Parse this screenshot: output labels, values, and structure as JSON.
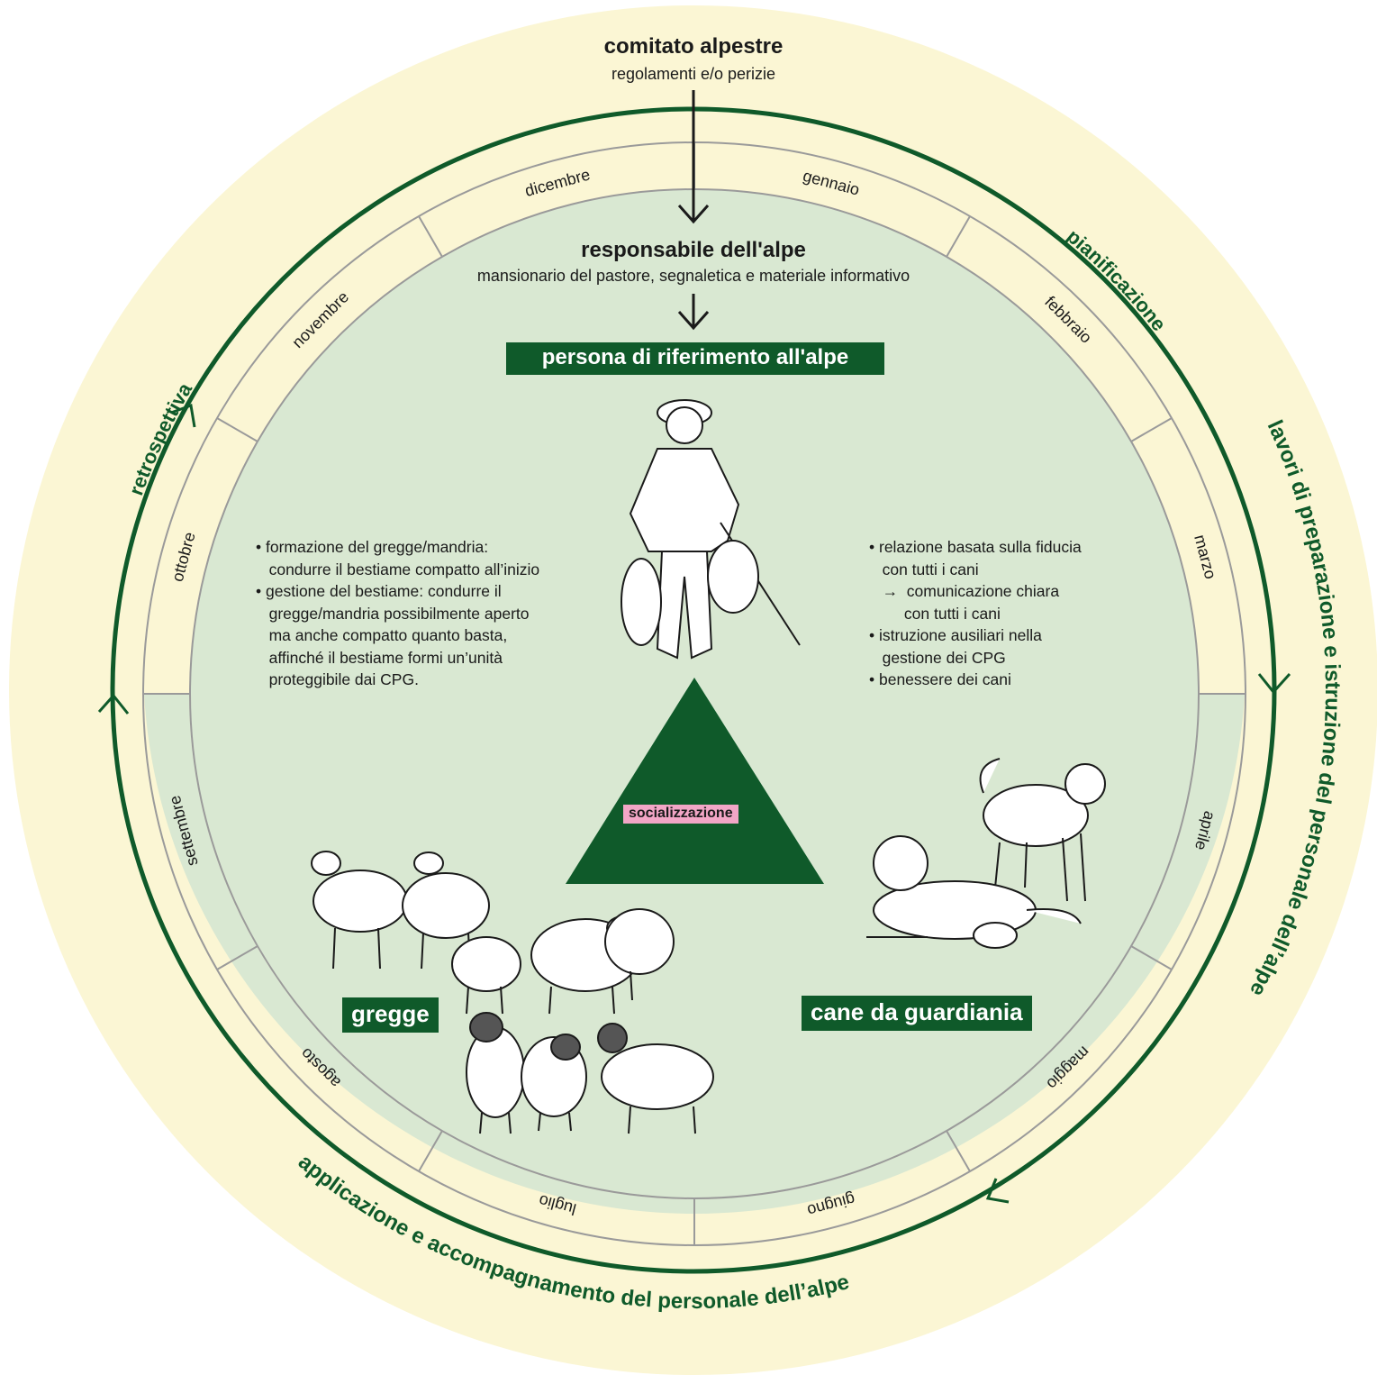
{
  "committee": {
    "title": "comitato alpestre",
    "subtitle": "regolamenti e/o perizie"
  },
  "responsible": {
    "title": "responsabile dell'alpe",
    "subtitle": "mansionario del pastore, segnaletica e materiale informativo"
  },
  "reference_person": {
    "label": "persona di riferimento all'alpe"
  },
  "left_bullets": [
    "• formazione del gregge/mandria:",
    "   condurre il bestiame compatto all’inizio",
    "• gestione del bestiame: condurre il",
    "   gregge/mandria possibilmente aperto",
    "   ma anche compatto quanto basta,",
    "   affinché il bestiame formi un’unità",
    "   proteggibile dai CPG."
  ],
  "right_bullets": [
    "• relazione basata sulla fiducia",
    "   con tutti i cani",
    "   →  comunicazione chiara",
    "        con tutti i cani",
    "• istruzione ausiliari nella",
    "   gestione dei CPG",
    "• benessere dei cani"
  ],
  "triangle": {
    "label": "socializzazione"
  },
  "labels": {
    "flock": "gregge",
    "guard_dog": "cane da guardiania"
  },
  "months": [
    "gennaio",
    "febbraio",
    "marzo",
    "aprile",
    "maggio",
    "giugno",
    "luglio",
    "agosto",
    "settembre",
    "ottobre",
    "novembre",
    "dicembre"
  ],
  "phases": {
    "planning": "pianificazione",
    "preparation": "lavori di preparazione e istruzione del personale dell’alpe",
    "application": "applicazione e accompagnamento del personale dell’alpe",
    "retrospective": "retrospettiva"
  },
  "colors": {
    "outer_cream": "#fbf6d4",
    "inner_green": "#d9e8d2",
    "dark_green": "#0f5a2a",
    "pink": "#f2a6c6",
    "ring_line": "#9a9a9a",
    "text": "#1a1a1a"
  },
  "icons": [
    "shepherd-illustration",
    "sheep-flock-illustration",
    "guard-dogs-illustration"
  ]
}
